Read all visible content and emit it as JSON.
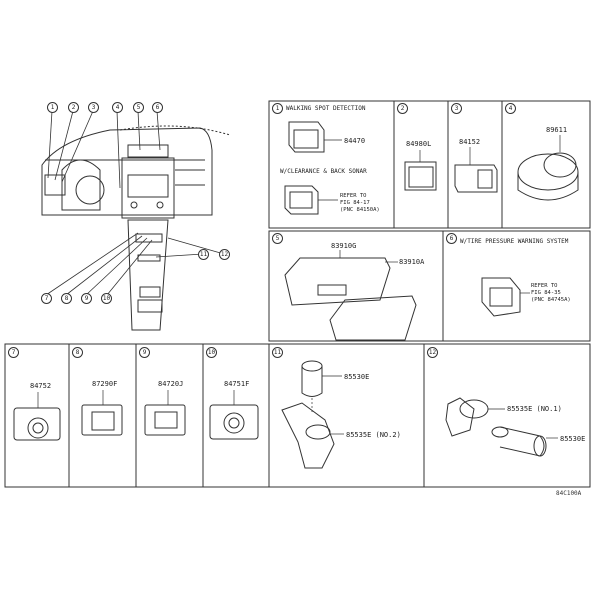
{
  "panels": {
    "p1": {
      "badge": "1",
      "header": "WALKING SPOT DETECTION",
      "part_a": "84470",
      "header2": "W/CLEARANCE & BACK SONAR",
      "ref_lines": [
        "REFER TO",
        "FIG 84-17",
        "(PNC 84150A)"
      ]
    },
    "p2": {
      "badge": "2",
      "part": "84980L"
    },
    "p3": {
      "badge": "3",
      "part": "84152"
    },
    "p4": {
      "badge": "4",
      "part": "89611"
    },
    "p5": {
      "badge": "5",
      "part_a": "83910G",
      "part_b": "83910A"
    },
    "p6": {
      "badge": "6",
      "header": "W/TIRE PRESSURE WARNING SYSTEM",
      "ref_lines": [
        "REFER TO",
        "FIG 84-35",
        "(PNC 84745A)"
      ]
    },
    "p7": {
      "badge": "7",
      "part": "84752"
    },
    "p8": {
      "badge": "8",
      "part": "87290F"
    },
    "p9": {
      "badge": "9",
      "part": "84720J"
    },
    "p10": {
      "badge": "10",
      "part": "84751F"
    },
    "p11": {
      "badge": "11",
      "part_a": "85530E",
      "part_b": "85535E (NO.2)"
    },
    "p12": {
      "badge": "12",
      "part_a": "85535E (NO.1)",
      "part_b": "85530E"
    }
  },
  "overview_callouts": [
    "1",
    "2",
    "3",
    "4",
    "5",
    "6",
    "7",
    "8",
    "9",
    "10",
    "11",
    "12"
  ],
  "figure_code": "84C100A"
}
